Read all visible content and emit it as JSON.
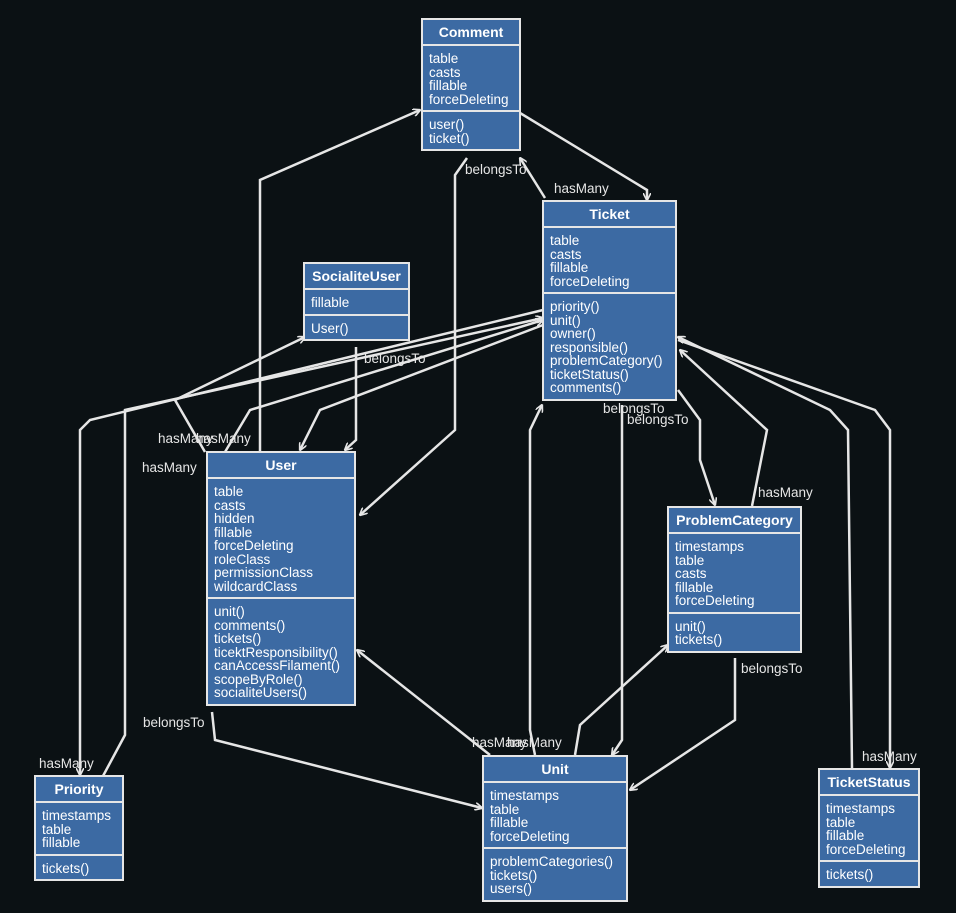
{
  "classes": {
    "comment": {
      "title": "Comment",
      "attributes": [
        "table",
        "casts",
        "fillable",
        "forceDeleting"
      ],
      "methods": [
        "user()",
        "ticket()"
      ]
    },
    "ticket": {
      "title": "Ticket",
      "attributes": [
        "table",
        "casts",
        "fillable",
        "forceDeleting"
      ],
      "methods": [
        "priority()",
        "unit()",
        "owner()",
        "responsible()",
        "problemCategory()",
        "ticketStatus()",
        "comments()"
      ]
    },
    "socialite_user": {
      "title": "SocialiteUser",
      "attributes": [
        "fillable"
      ],
      "methods": [
        "User()"
      ]
    },
    "user": {
      "title": "User",
      "attributes": [
        "table",
        "casts",
        "hidden",
        "fillable",
        "forceDeleting",
        "roleClass",
        "permissionClass",
        "wildcardClass"
      ],
      "methods": [
        "unit()",
        "comments()",
        "tickets()",
        "ticektResponsibility()",
        "canAccessFilament()",
        "scopeByRole()",
        "socialiteUsers()"
      ]
    },
    "problem_category": {
      "title": "ProblemCategory",
      "attributes": [
        "timestamps",
        "table",
        "casts",
        "fillable",
        "forceDeleting"
      ],
      "methods": [
        "unit()",
        "tickets()"
      ]
    },
    "priority": {
      "title": "Priority",
      "attributes": [
        "timestamps",
        "table",
        "fillable"
      ],
      "methods": [
        "tickets()"
      ]
    },
    "unit": {
      "title": "Unit",
      "attributes": [
        "timestamps",
        "table",
        "fillable",
        "forceDeleting"
      ],
      "methods": [
        "problemCategories()",
        "tickets()",
        "users()"
      ]
    },
    "ticket_status": {
      "title": "TicketStatus",
      "attributes": [
        "timestamps",
        "table",
        "fillable",
        "forceDeleting"
      ],
      "methods": [
        "tickets()"
      ]
    }
  },
  "edge_labels": [
    "belongsTo",
    "hasMany",
    "belongsTo",
    "hasMany",
    "hasMany",
    "hasMany",
    "belongsTo",
    "belongsTo",
    "hasMany",
    "belongsTo",
    "belongsTo",
    "hasMany",
    "hasMany",
    "hasMany",
    "hasMany"
  ],
  "colors": {
    "background": "#0b1114",
    "node_fill": "#3c6aa3",
    "stroke": "#e6e6e6"
  }
}
